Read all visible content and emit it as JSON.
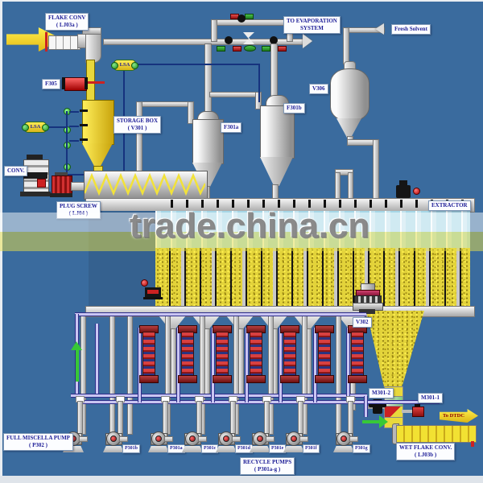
{
  "watermark": {
    "text": "trade.china.cn"
  },
  "colors": {
    "background": "#3a6b9e",
    "flake_yellow": "#e3d33a",
    "pipe_gray": "#d6d6d6",
    "pipe_lavender": "#c9c5f2",
    "signal_blue": "#16337e",
    "alarm_red": "#cc2222",
    "ok_green": "#2fae2f",
    "label_text": "#1c1c96",
    "spray_cyan": "#a6d6e6"
  },
  "labels": {
    "flake_conv": {
      "l1": "FLAKE CONV",
      "l2": "( LJ03a )"
    },
    "f305": "F305",
    "lsa_top": "LSA",
    "lsa_left": "LSA",
    "storage_box": {
      "l1": "STORAGE BOX",
      "l2": "( V301 )"
    },
    "conv": "CONV.",
    "plug_screw": {
      "l1": "PLUG SCREW",
      "l2": "( LJ04 )"
    },
    "to_evaporation": {
      "l1": "TO EVAPORATION",
      "l2": "SYSTEM"
    },
    "fresh_solvent": "Fresh Solvent",
    "v306": "V306",
    "f301a": "F301a",
    "f301b": "F301b",
    "extractor": "EXTRACTOR",
    "v302": "V302",
    "m301_2": "M301-2",
    "m301_1": "M301-1",
    "to_dtdc": "To DTDC",
    "wet_flake_conv": {
      "l1": "WET FLAKE CONV.",
      "l2": "( LJ03b )"
    },
    "full_miscella_pump": {
      "l1": "FULL MISCELLA PUMP",
      "l2": "( P302 )"
    },
    "recycle_pumps": {
      "l1": "RECYCLE PUMPS",
      "l2": "( P301a-g )"
    }
  },
  "pumps": [
    {
      "label": "P301b"
    },
    {
      "label": "P301a"
    },
    {
      "label": "P301c"
    },
    {
      "label": "P301d"
    },
    {
      "label": "P301e"
    },
    {
      "label": "P301f"
    },
    {
      "label": "P301g"
    }
  ]
}
